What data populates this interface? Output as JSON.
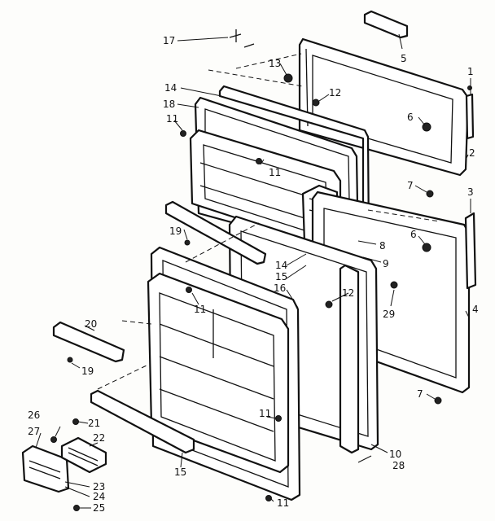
{
  "callouts": [
    {
      "id": "1",
      "text": "1"
    },
    {
      "id": "2",
      "text": "2"
    },
    {
      "id": "3",
      "text": "3"
    },
    {
      "id": "4",
      "text": "4"
    },
    {
      "id": "5",
      "text": "5"
    },
    {
      "id": "6a",
      "text": "6"
    },
    {
      "id": "6b",
      "text": "6"
    },
    {
      "id": "7a",
      "text": "7"
    },
    {
      "id": "7b",
      "text": "7"
    },
    {
      "id": "8",
      "text": "8"
    },
    {
      "id": "9",
      "text": "9"
    },
    {
      "id": "10",
      "text": "10"
    },
    {
      "id": "11a",
      "text": "11"
    },
    {
      "id": "11b",
      "text": "11"
    },
    {
      "id": "11c",
      "text": "11"
    },
    {
      "id": "11d",
      "text": "11"
    },
    {
      "id": "11e",
      "text": "11"
    },
    {
      "id": "12a",
      "text": "12"
    },
    {
      "id": "12b",
      "text": "12"
    },
    {
      "id": "13",
      "text": "13"
    },
    {
      "id": "14a",
      "text": "14"
    },
    {
      "id": "14b",
      "text": "14"
    },
    {
      "id": "15a",
      "text": "15"
    },
    {
      "id": "15b",
      "text": "15"
    },
    {
      "id": "16",
      "text": "16"
    },
    {
      "id": "17",
      "text": "17"
    },
    {
      "id": "18",
      "text": "18"
    },
    {
      "id": "19a",
      "text": "19"
    },
    {
      "id": "19b",
      "text": "19"
    },
    {
      "id": "20",
      "text": "20"
    },
    {
      "id": "21",
      "text": "21"
    },
    {
      "id": "22",
      "text": "22"
    },
    {
      "id": "23",
      "text": "23"
    },
    {
      "id": "24",
      "text": "24"
    },
    {
      "id": "25",
      "text": "25"
    },
    {
      "id": "26",
      "text": "26"
    },
    {
      "id": "27",
      "text": "27"
    },
    {
      "id": "28",
      "text": "28"
    },
    {
      "id": "29",
      "text": "29"
    }
  ]
}
